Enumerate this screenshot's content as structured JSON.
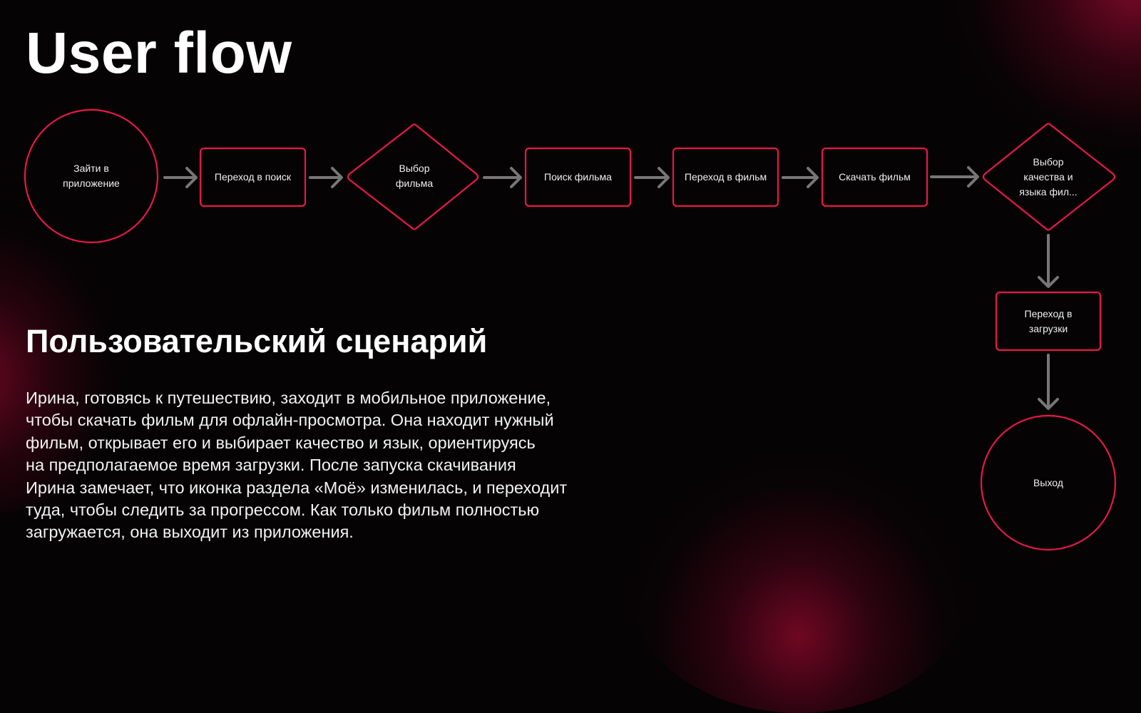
{
  "header": {
    "title": "User flow"
  },
  "flow": {
    "accent_color": "#e8174a",
    "arrow_color": "#777777",
    "nodes": [
      {
        "id": "start",
        "shape": "circle",
        "lines": [
          "Зайти в",
          "приложение"
        ]
      },
      {
        "id": "to-search",
        "shape": "rect",
        "lines": [
          "Переход в поиск"
        ]
      },
      {
        "id": "choose-film",
        "shape": "diamond",
        "lines": [
          "Выбор",
          "фильма"
        ]
      },
      {
        "id": "search-film",
        "shape": "rect",
        "lines": [
          "Поиск фильма"
        ]
      },
      {
        "id": "open-film",
        "shape": "rect",
        "lines": [
          "Переход в фильм"
        ]
      },
      {
        "id": "download-film",
        "shape": "rect",
        "lines": [
          "Скачать фильм"
        ]
      },
      {
        "id": "choose-quality",
        "shape": "diamond",
        "lines": [
          "Выбор",
          "качества и",
          "языка фил..."
        ]
      },
      {
        "id": "to-downloads",
        "shape": "rect",
        "lines": [
          "Переход в",
          "загрузки"
        ]
      },
      {
        "id": "exit",
        "shape": "circle",
        "lines": [
          "Выход"
        ]
      }
    ]
  },
  "scenario": {
    "heading": "Пользовательский сценарий",
    "lines": [
      "Ирина, готовясь к путешествию, заходит в мобильное приложение,",
      "чтобы скачать фильм для офлайн-просмотра. Она находит нужный",
      "фильм, открывает его и выбирает качество и язык, ориентируясь",
      "на предполагаемое время загрузки. После запуска скачивания",
      "Ирина замечает, что иконка раздела «Моё» изменилась, и переходит",
      "туда, чтобы следить за прогрессом. Как только фильм полностью",
      "загружается, она выходит из приложения."
    ]
  }
}
